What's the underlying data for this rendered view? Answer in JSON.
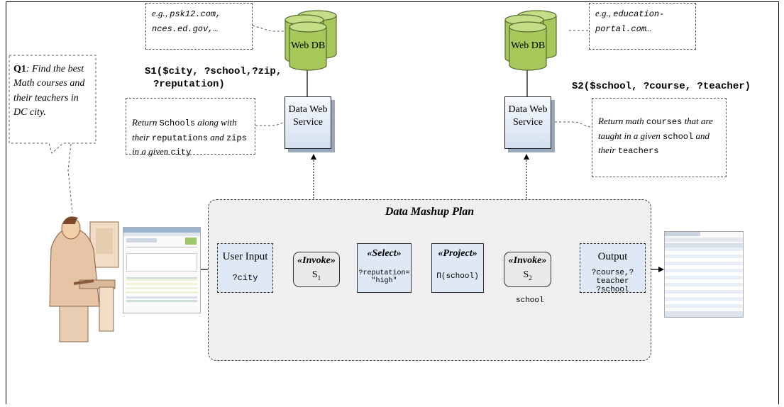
{
  "colors": {
    "db_fill": "#a6c85a",
    "db_stroke": "#556b2f",
    "box_fill": "#dfe9f5",
    "op_fill": "#e9e9e9",
    "plan_fill": "#efefef"
  },
  "question": {
    "label": "Q1",
    "text": ": Find the best Math courses and their teachers in DC city."
  },
  "db1": {
    "label": "Web DB",
    "note_prefix": "e.g.,",
    "note_sites": "psk12.com, nces.ed.gov,…"
  },
  "db2": {
    "label": "Web DB",
    "note_prefix": "e.g.,",
    "note_sites": "education-portal.com…"
  },
  "s1": {
    "signature_line1": "S1($city, ?school,?zip,",
    "signature_line2": "?reputation)",
    "service_label": "Data Web Service",
    "note_a": "Return ",
    "note_b": "Schools",
    "note_c": " along with their ",
    "note_d": "reputations",
    "note_e": " and ",
    "note_f": "zips",
    "note_g": " in a given ",
    "note_h": "city"
  },
  "s2": {
    "signature": "S2($school, ?course, ?teacher)",
    "service_label": "Data Web Service",
    "note_a": "Return math ",
    "note_b": "courses",
    "note_c": " that are taught in a given ",
    "note_d": "school",
    "note_e": " and their ",
    "note_f": "teachers"
  },
  "plan": {
    "title": "Data Mashup Plan",
    "user_input": {
      "label": "User Input",
      "var": "?city"
    },
    "invoke1": {
      "label": "«Invoke»",
      "sub": "S",
      "idx": "1"
    },
    "select": {
      "label": "«Select»",
      "cond1": "?reputation=",
      "cond2": "\"high\""
    },
    "project": {
      "label": "«Project»",
      "expr": "Π(school)"
    },
    "invoke2": {
      "label": "«Invoke»",
      "sub": "S",
      "idx": "2"
    },
    "output": {
      "label": "Output",
      "vars1": "?course,?teacher",
      "vars2": "?school"
    },
    "loop_label": "school"
  }
}
